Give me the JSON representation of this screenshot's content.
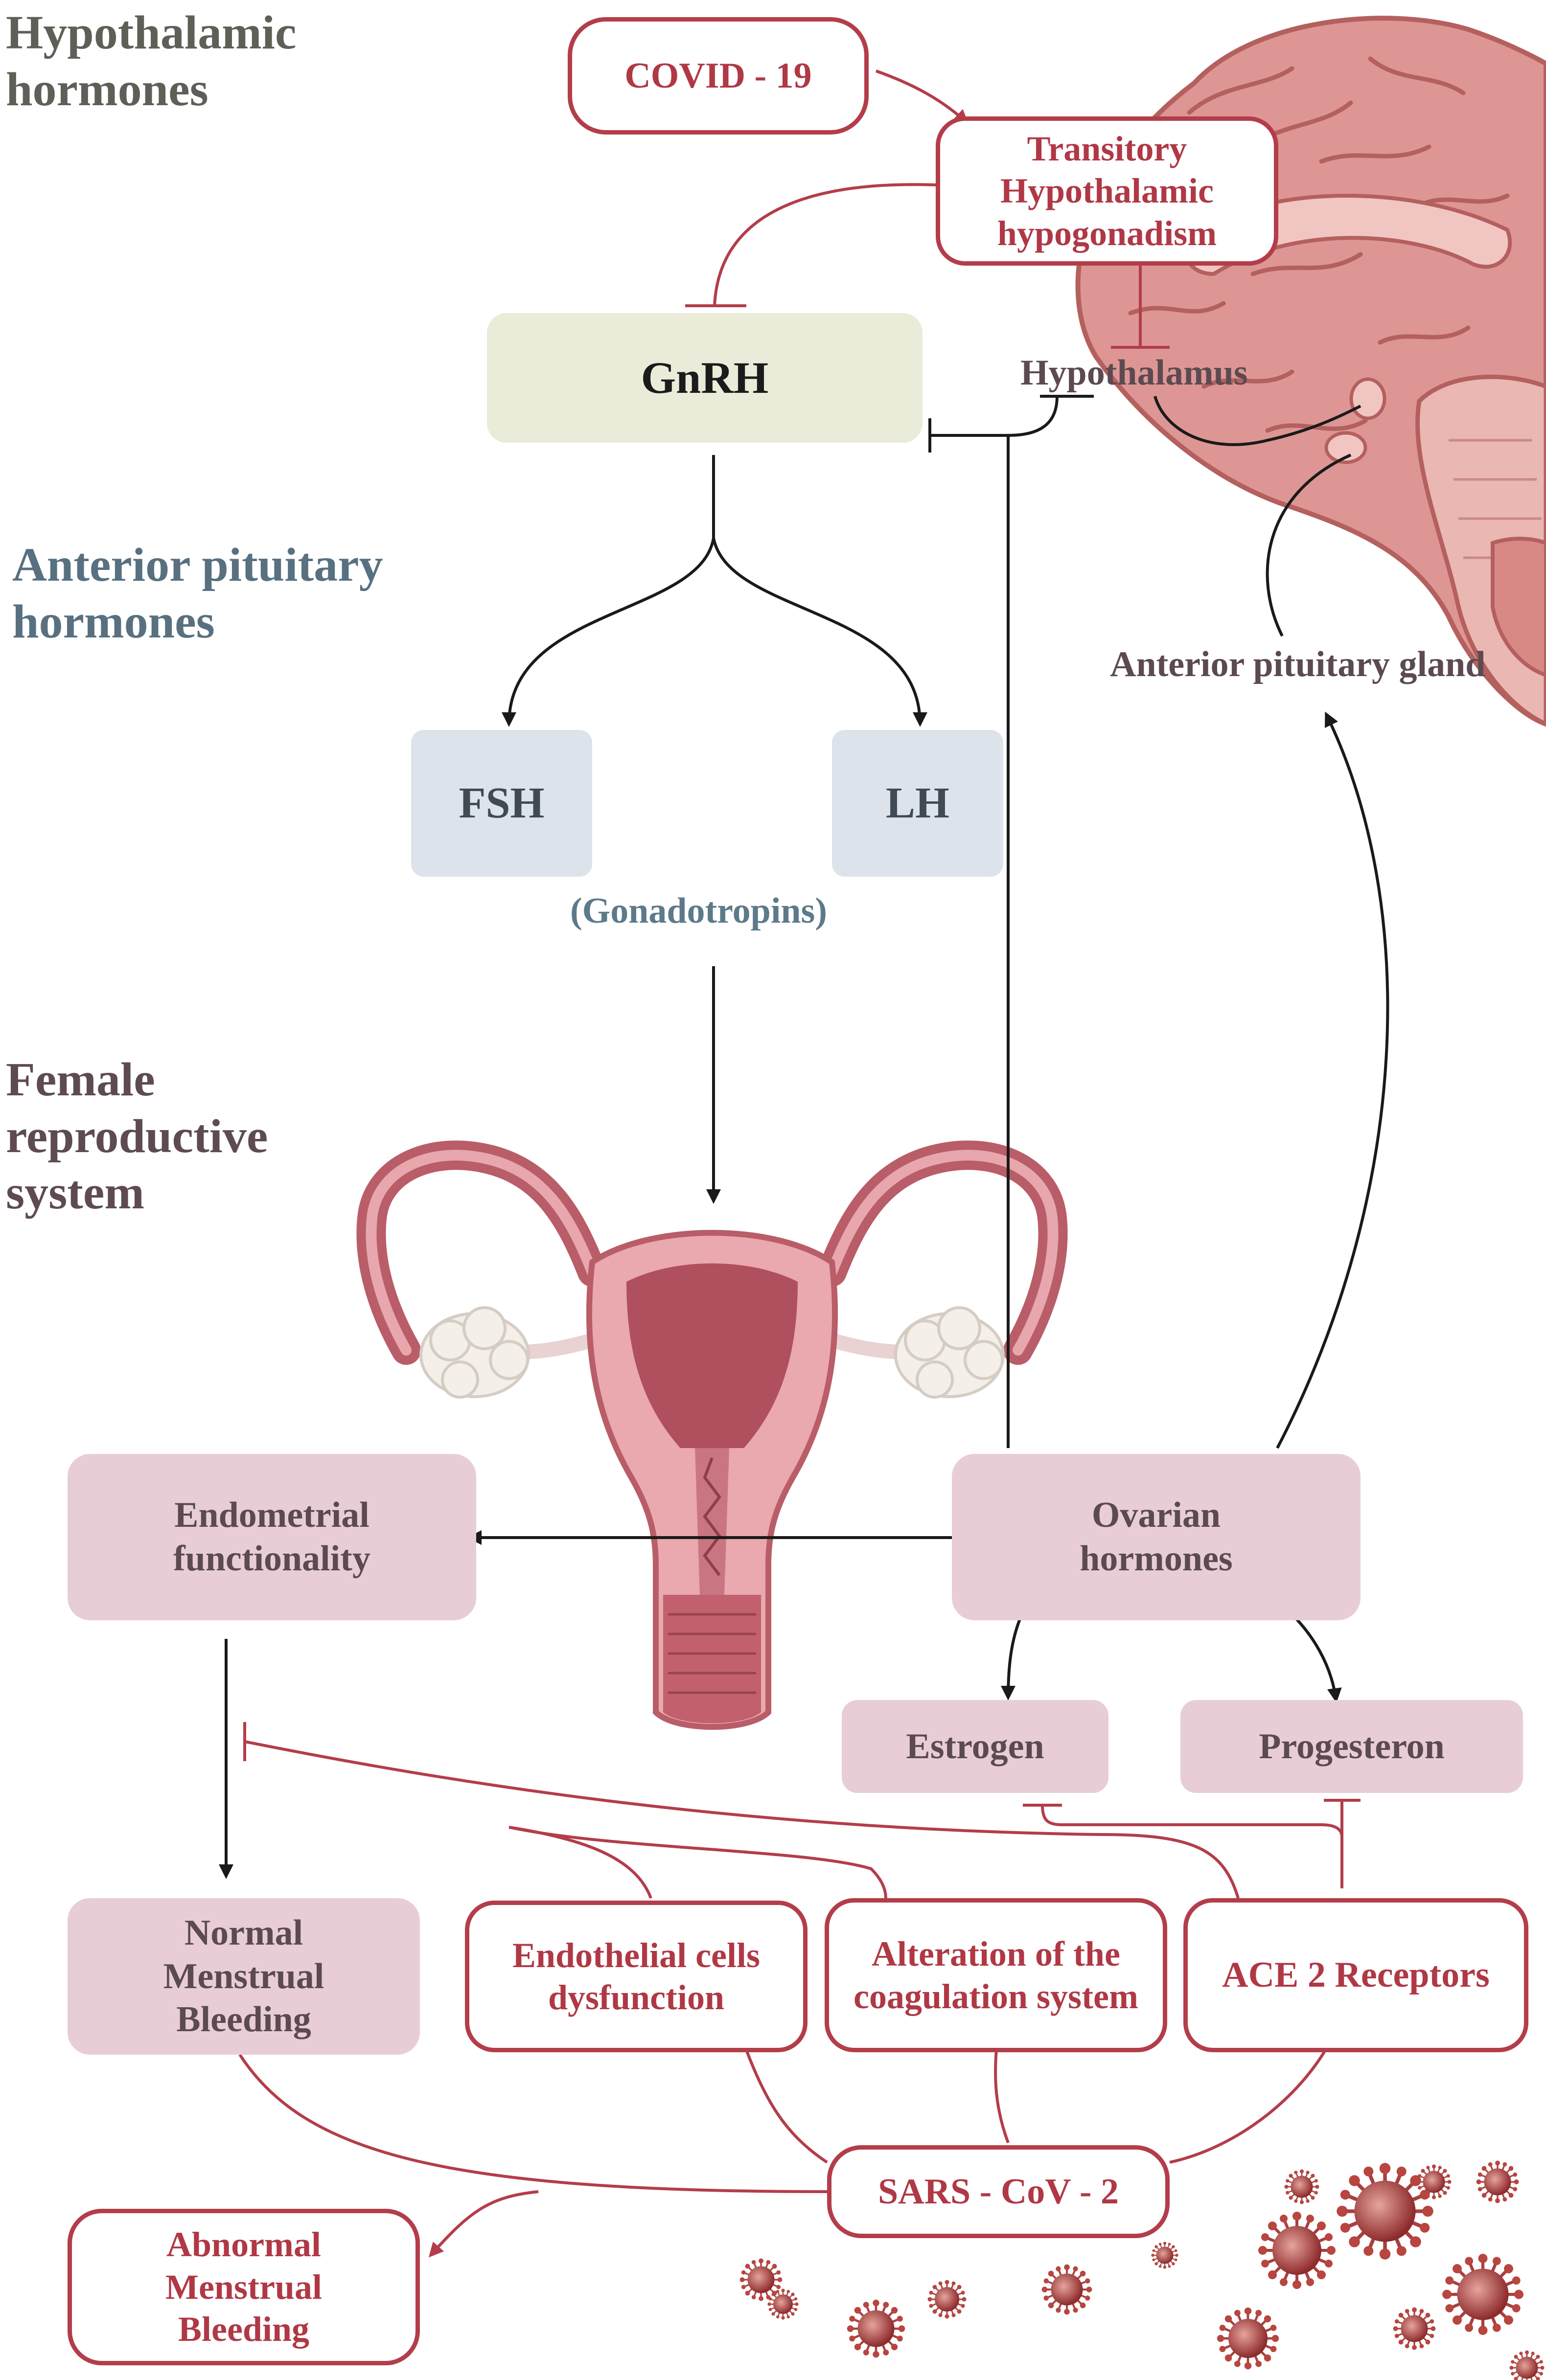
{
  "sections": {
    "hypothalamic": [
      "Hypothalamic",
      "hormones"
    ],
    "pituitary": [
      "Anterior pituitary",
      "hormones"
    ],
    "reproductive": [
      "Female",
      "reproductive",
      "system"
    ]
  },
  "nodes": {
    "covid": "COVID - 19",
    "transitory": [
      "Transitory",
      "Hypothalamic",
      "hypogonadism"
    ],
    "gnrh": "GnRH",
    "hypothalamus": "Hypothalamus",
    "anterior_pituitary_gland": "Anterior pituitary gland",
    "fsh": "FSH",
    "lh": "LH",
    "gonadotropins": "(Gonadotropins)",
    "endometrial": [
      "Endometrial",
      "functionality"
    ],
    "ovarian": [
      "Ovarian",
      "hormones"
    ],
    "estrogen": "Estrogen",
    "progesteron": "Progesteron",
    "normal_bleeding": [
      "Normal",
      "Menstrual",
      "Bleeding"
    ],
    "endothelial": [
      "Endothelial cells",
      "dysfunction"
    ],
    "coagulation": [
      "Alteration of the",
      "coagulation system"
    ],
    "ace2": "ACE 2 Receptors",
    "sars": "SARS - CoV - 2",
    "abnormal_bleeding": [
      "Abnormal",
      "Menstrual",
      "Bleeding"
    ]
  },
  "colors": {
    "red": "#b33d4a",
    "pink_box": "#e8cdd6",
    "gonadotropin_box": "#dde3ea",
    "gnrh_box": "#eaecd9",
    "arrow": "#1a1a1a",
    "brain": "#d98f8e",
    "uterus": "#c8707a"
  },
  "icons": [
    "brain-illustration",
    "uterus-illustration",
    "virus-icon"
  ]
}
